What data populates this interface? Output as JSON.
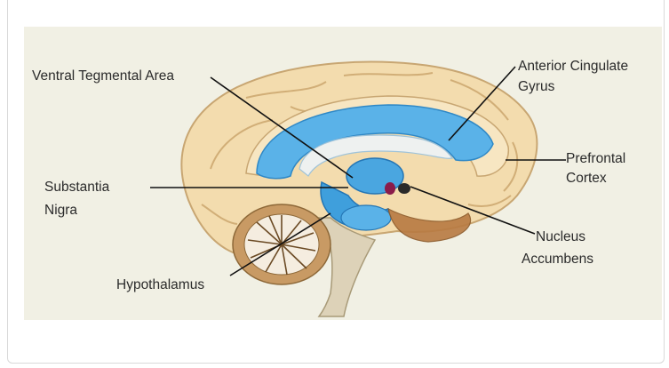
{
  "diagram": {
    "labels": {
      "vta": "Ventral Tegmental Area",
      "acc_l1": "Anterior Cingulate",
      "acc_l2": "Gyrus",
      "pfc_l1": "Prefrontal",
      "pfc_l2": "Cortex",
      "sn_l1": "Substantia",
      "sn_l2": "Nigra",
      "nacc_l1": "Nucleus",
      "nacc_l2": "Accumbens",
      "hypo": "Hypothalamus"
    },
    "colors": {
      "background": "#f1f0e4",
      "cortex": "#f3dcae",
      "limbic_blue": "#5ab2e8",
      "cerebellum": "#c89a64",
      "brainstem": "#ddd2b8",
      "leader_line": "#111111"
    }
  }
}
